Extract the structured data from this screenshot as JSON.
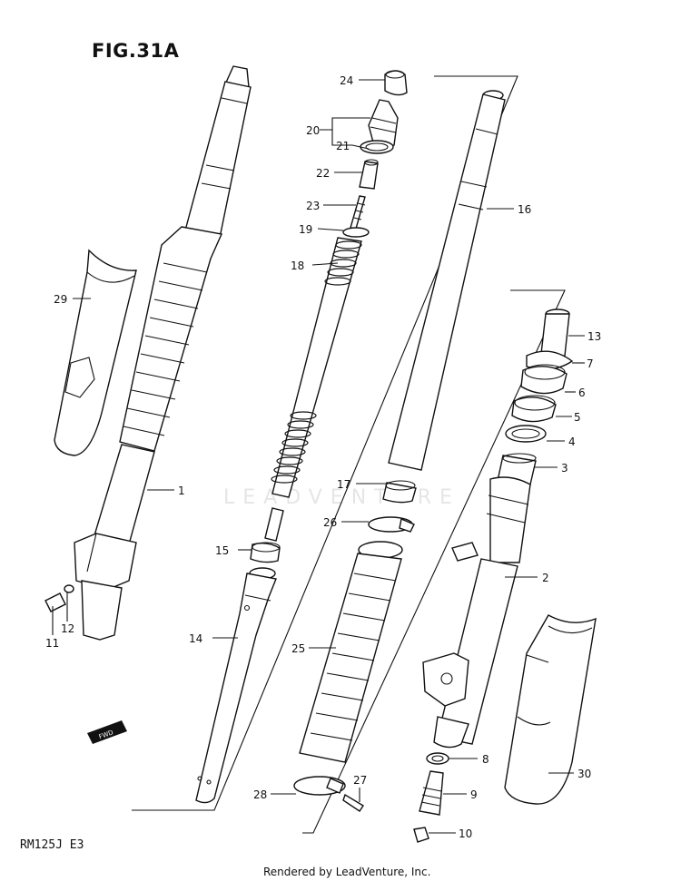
{
  "figure": {
    "title": "FIG.31A",
    "model_code": "RM125J E3",
    "credit": "Rendered by LeadVenture, Inc.",
    "watermark": "LEADVENTURE",
    "fwd_badge": "FWD"
  },
  "callouts": [
    {
      "id": "c1",
      "label": "1"
    },
    {
      "id": "c2",
      "label": "2"
    },
    {
      "id": "c3",
      "label": "3"
    },
    {
      "id": "c4",
      "label": "4"
    },
    {
      "id": "c5",
      "label": "5"
    },
    {
      "id": "c6",
      "label": "6"
    },
    {
      "id": "c7",
      "label": "7"
    },
    {
      "id": "c8",
      "label": "8"
    },
    {
      "id": "c9",
      "label": "9"
    },
    {
      "id": "c10",
      "label": "10"
    },
    {
      "id": "c11",
      "label": "11"
    },
    {
      "id": "c12",
      "label": "12"
    },
    {
      "id": "c13",
      "label": "13"
    },
    {
      "id": "c14",
      "label": "14"
    },
    {
      "id": "c15",
      "label": "15"
    },
    {
      "id": "c16",
      "label": "16"
    },
    {
      "id": "c17",
      "label": "17"
    },
    {
      "id": "c18",
      "label": "18"
    },
    {
      "id": "c19",
      "label": "19"
    },
    {
      "id": "c20",
      "label": "20"
    },
    {
      "id": "c21",
      "label": "21"
    },
    {
      "id": "c22",
      "label": "22"
    },
    {
      "id": "c23",
      "label": "23"
    },
    {
      "id": "c24",
      "label": "24"
    },
    {
      "id": "c25",
      "label": "25"
    },
    {
      "id": "c26",
      "label": "26"
    },
    {
      "id": "c27",
      "label": "27"
    },
    {
      "id": "c28",
      "label": "28"
    },
    {
      "id": "c29",
      "label": "29"
    },
    {
      "id": "c30",
      "label": "30"
    }
  ]
}
